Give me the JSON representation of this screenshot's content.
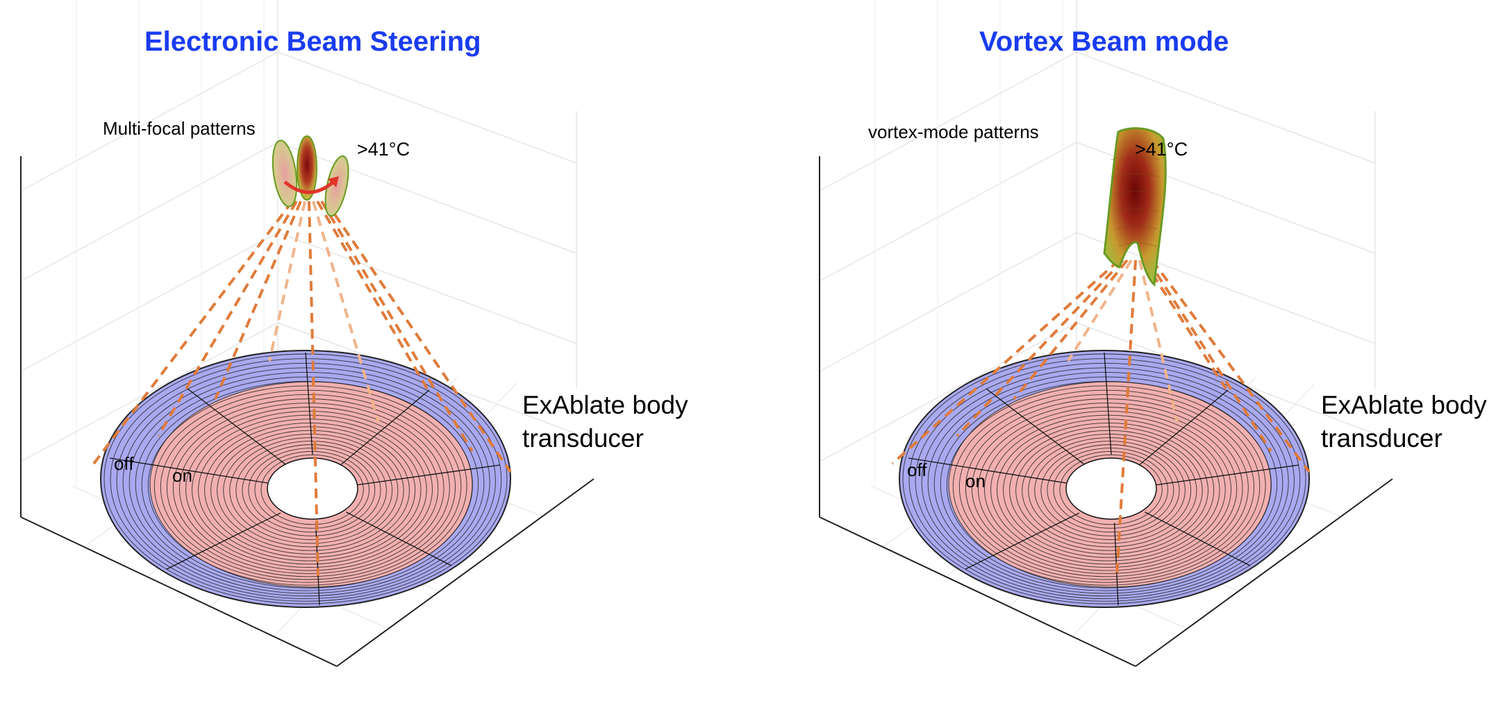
{
  "colors": {
    "title": "#1a3cf0",
    "off_ring": "#a9a9f0",
    "on_zone": "#f2b0b0",
    "beam_line": "#e07b3a",
    "beam_line_light": "#f0b48a",
    "arrow": "#e0352a",
    "hot_core": "#8b1010",
    "warm": "#c8a020",
    "outline": "#6a9a20"
  },
  "panels": [
    {
      "title": "Electronic Beam Steering",
      "pattern_label": "Multi-focal patterns",
      "temp_label": ">41°C",
      "transducer_label_1": "ExAblate body",
      "transducer_label_2": "transducer",
      "off_label": "off",
      "on_label": "on",
      "pattern_type": "multi-focal"
    },
    {
      "title": "Vortex Beam mode",
      "pattern_label": "vortex-mode patterns",
      "temp_label": ">41°C",
      "transducer_label_1": "ExAblate body",
      "transducer_label_2": "transducer",
      "off_label": "off",
      "on_label": "on",
      "pattern_type": "vortex"
    }
  ]
}
